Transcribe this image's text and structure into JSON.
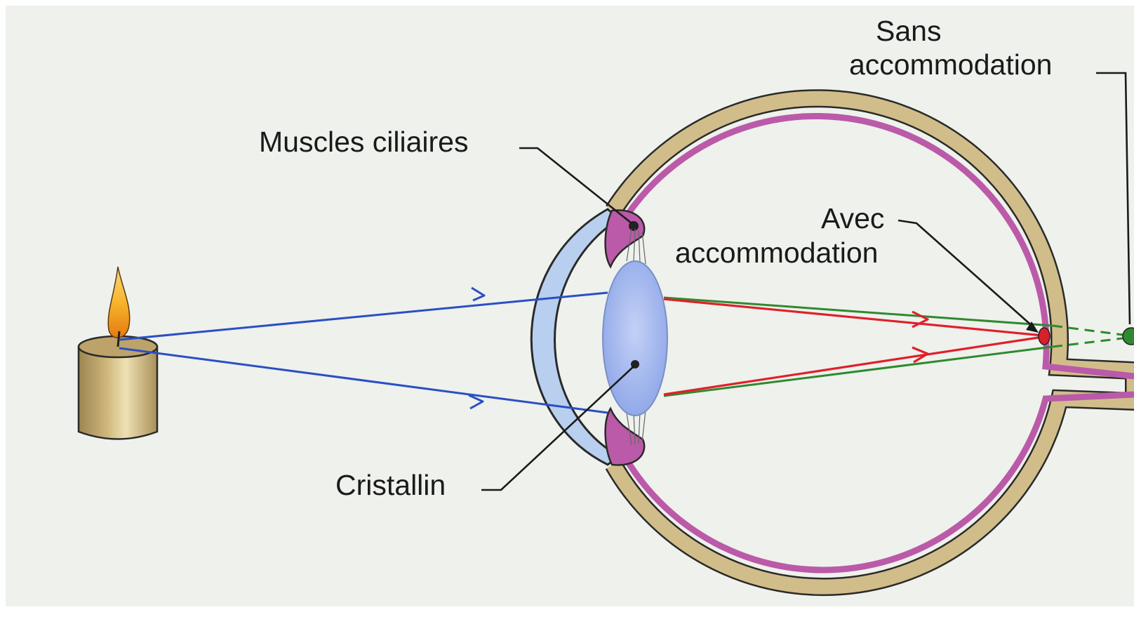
{
  "labels": {
    "muscles_ciliaires": "Muscles ciliaires",
    "cristallin": "Cristallin",
    "avec_line1": "Avec",
    "avec_line2": "accommodation",
    "sans_line1": "Sans",
    "sans_line2": "accommodation"
  },
  "colors": {
    "paper": "#eef1ec",
    "sclera": "#d1bd8a",
    "choroid": "#bb5aa8",
    "cornea": "#b8cff0",
    "lens": "#9fb6ee",
    "rays_incoming": "#2a4fc4",
    "rays_with_accommodation": "#e0202a",
    "rays_without_accommodation": "#2e8a2e",
    "candle": "#c4a96a",
    "flame": "#f0a020"
  },
  "icons": {
    "object": "candle-icon",
    "with_focus": "red-focus-point",
    "without_focus": "green-focus-point"
  }
}
